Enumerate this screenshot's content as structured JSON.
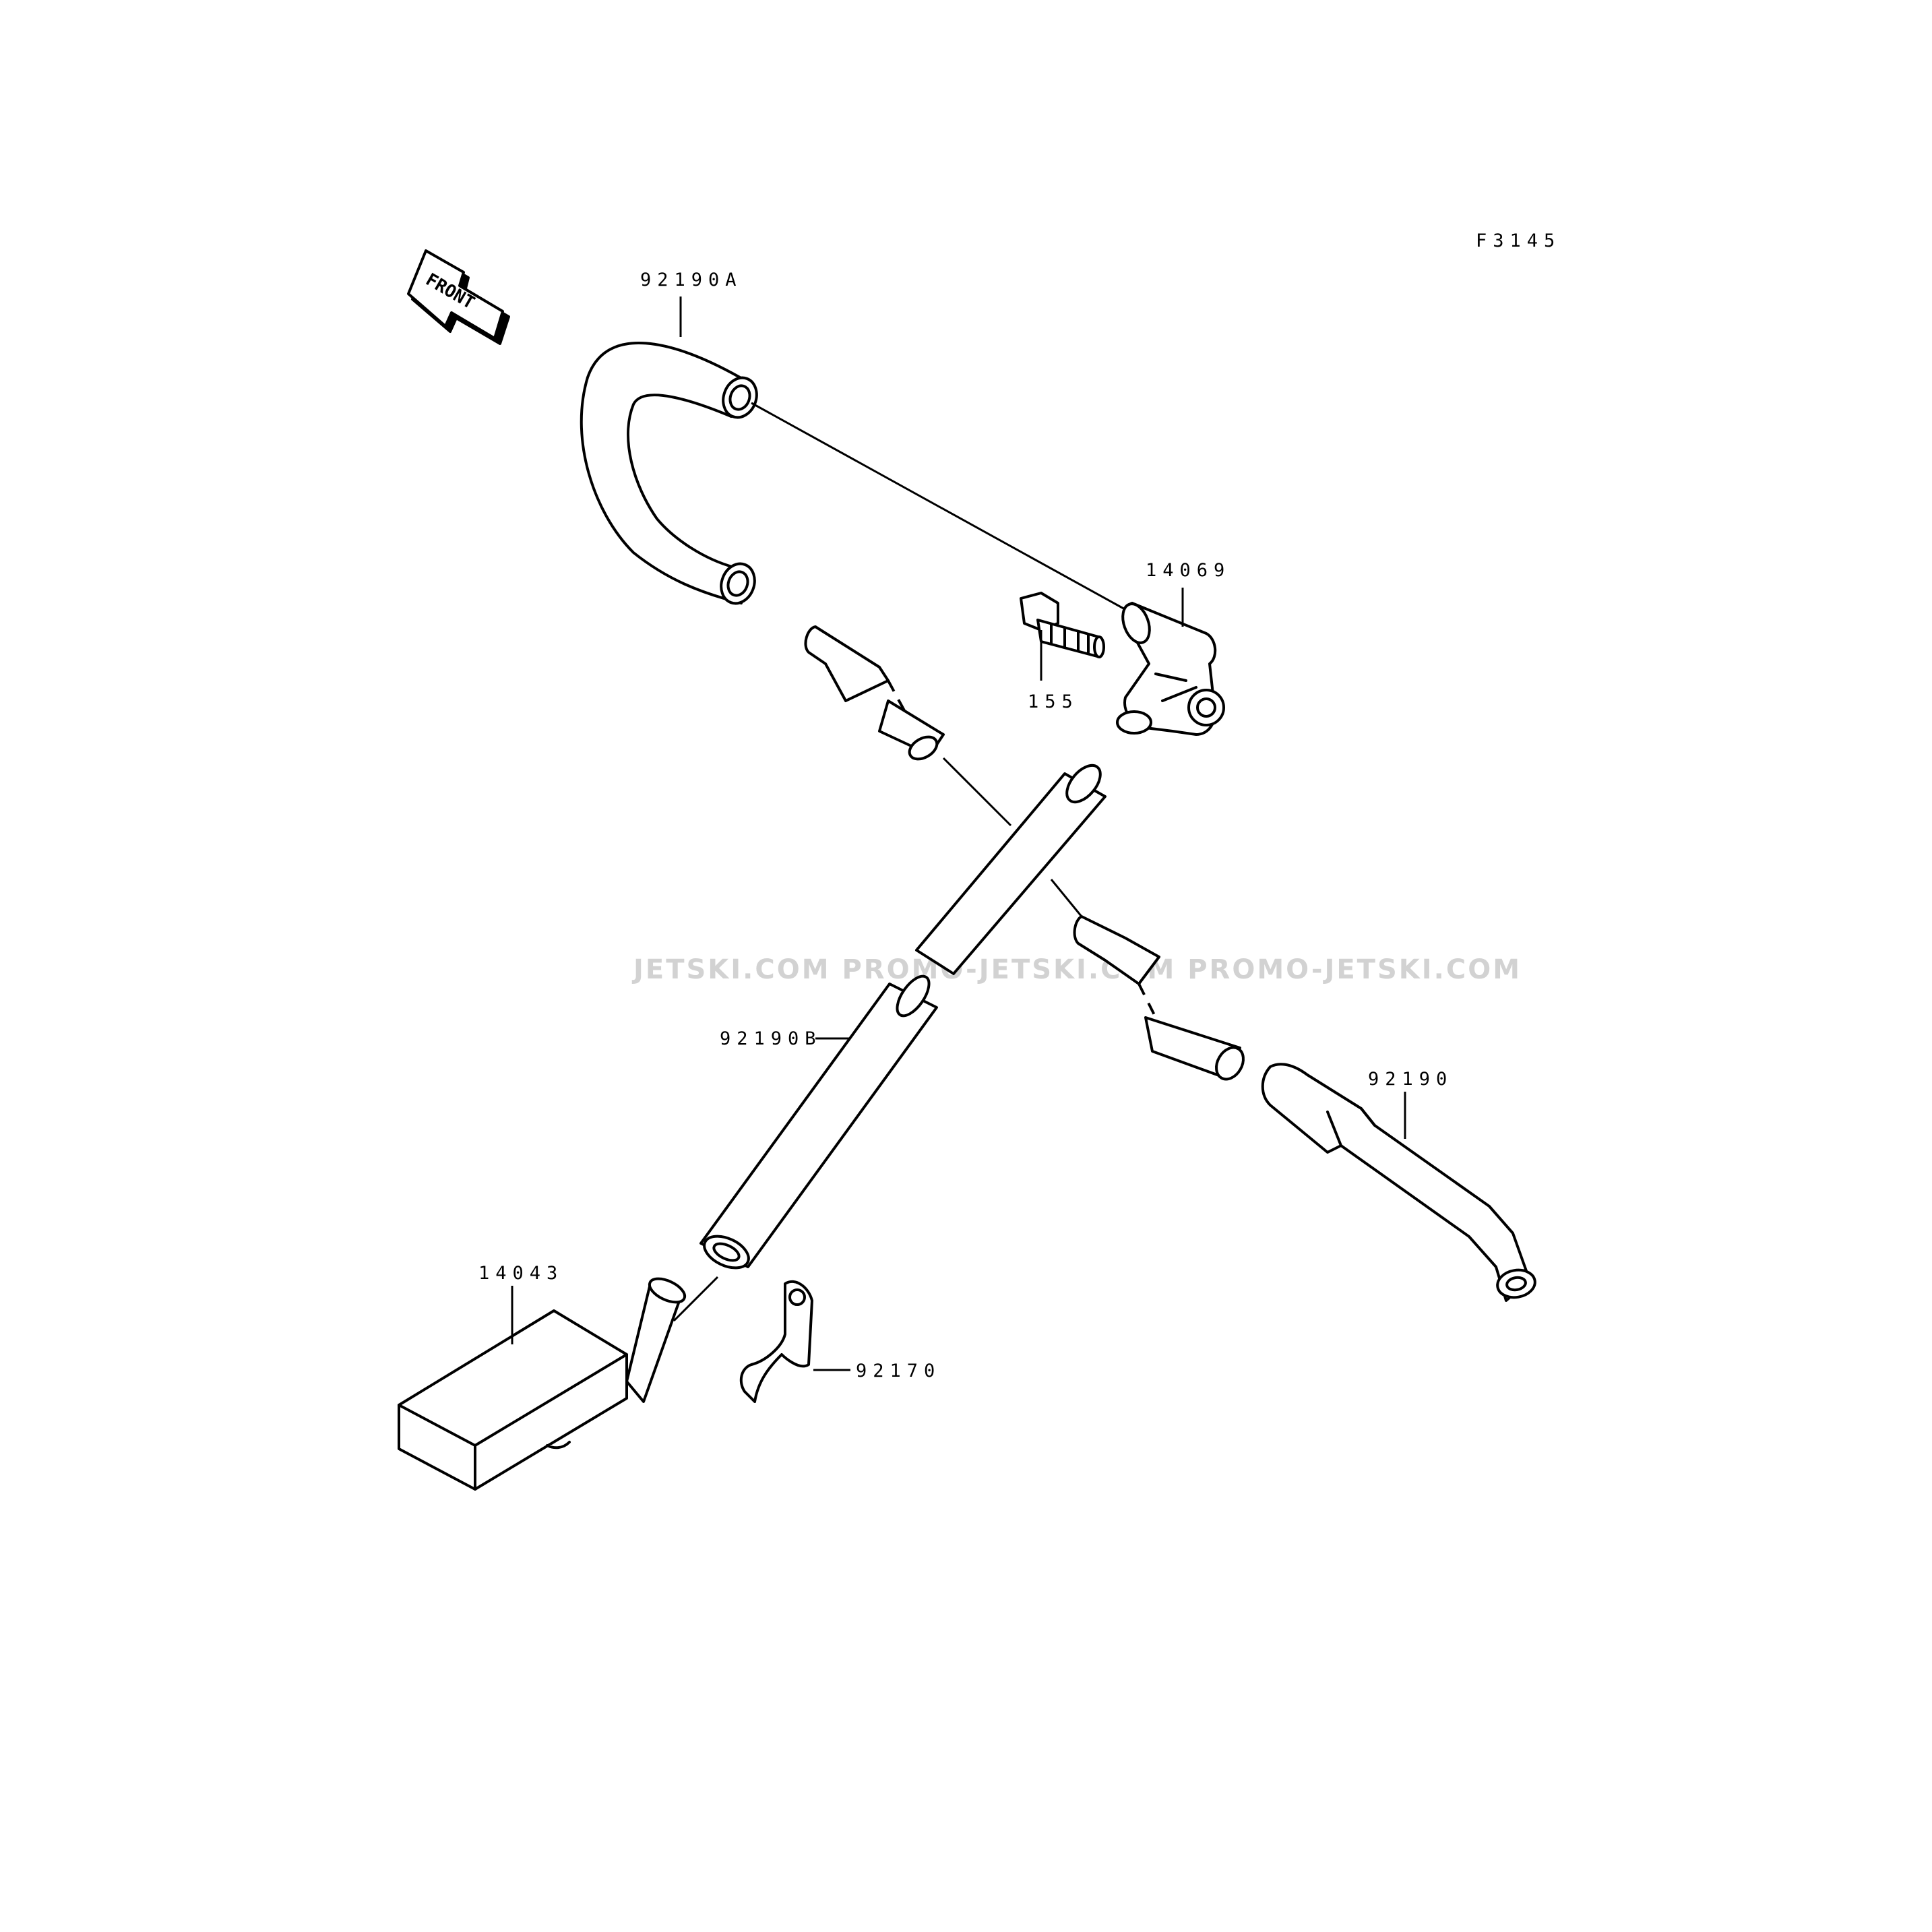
{
  "diagram_code": "F3145",
  "front_arrow": {
    "text": "FRONT",
    "icon": "front-arrow-icon"
  },
  "parts": [
    {
      "id": "p1",
      "number": "92190A"
    },
    {
      "id": "p2",
      "number": "14069"
    },
    {
      "id": "p3",
      "number": "155"
    },
    {
      "id": "p4",
      "number": "92190B"
    },
    {
      "id": "p5",
      "number": "92190"
    },
    {
      "id": "p6",
      "number": "14043"
    },
    {
      "id": "p7",
      "number": "92170"
    }
  ],
  "watermark": "JETSKI.COM   PROMO-JETSKI.COM   PROMO-JETSKI.COM"
}
